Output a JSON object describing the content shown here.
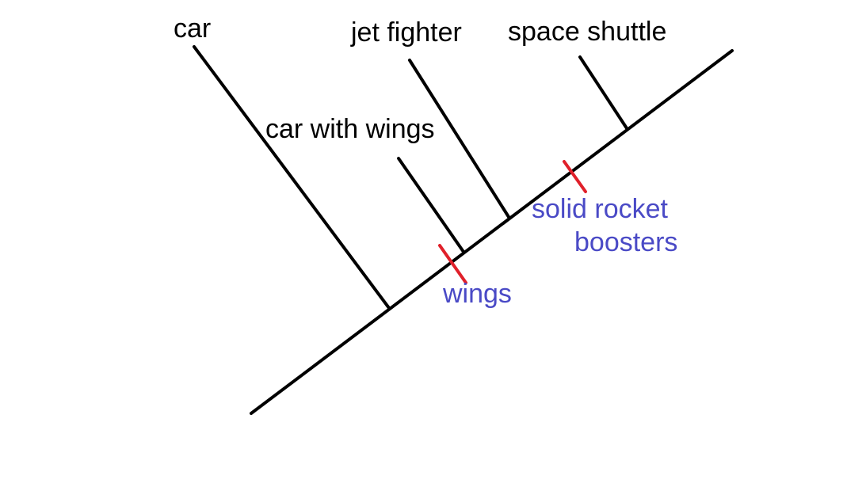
{
  "colors": {
    "branch": "#000000",
    "taxon_text": "#000000",
    "trait_mark": "#e0202a",
    "trait_text": "#4a4ac6",
    "background": "#ffffff"
  },
  "taxa": {
    "car": "car",
    "car_with_wings": "car with wings",
    "jet_fighter": "jet fighter",
    "space_shuttle": "space shuttle"
  },
  "traits": {
    "wings": "wings",
    "solid_rocket_boosters_line1": "solid rocket",
    "solid_rocket_boosters_line2": "boosters"
  }
}
